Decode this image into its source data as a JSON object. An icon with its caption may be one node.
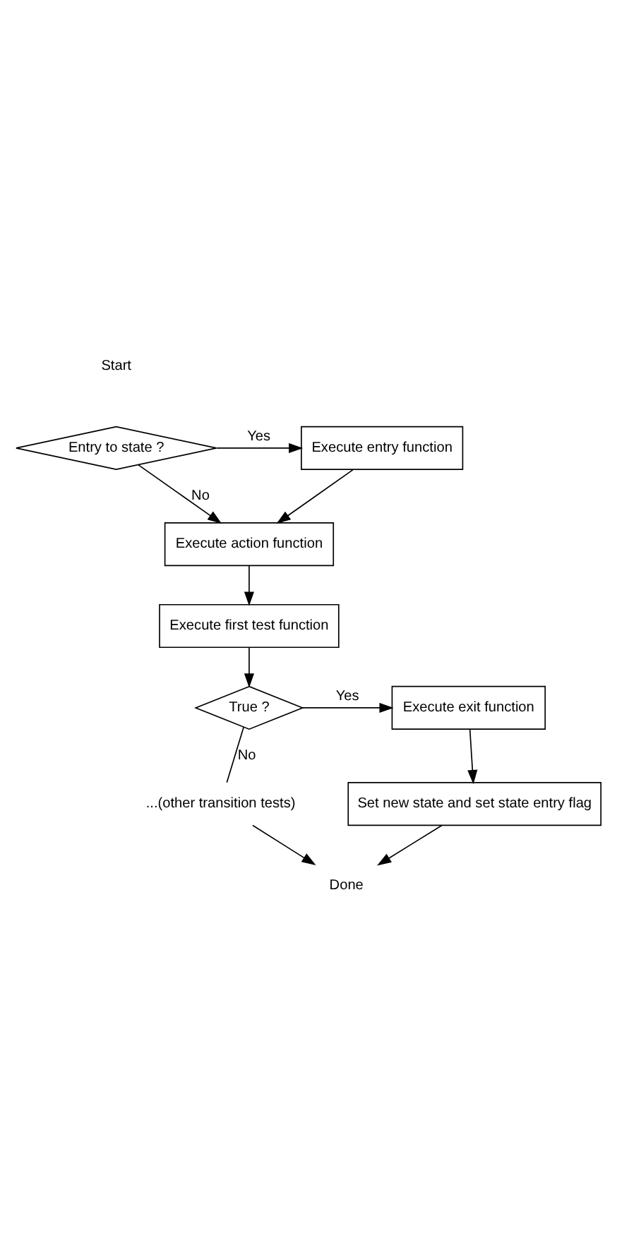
{
  "diagram": {
    "nodes": [
      {
        "text": [
          "Entry to state ?"
        ]
      },
      {
        "text": [
          "Execute entry function"
        ]
      },
      {
        "text": [
          "Execute action function"
        ]
      },
      {
        "text": [
          "Execute first test function"
        ]
      },
      {
        "text": [
          "True ?"
        ]
      },
      {
        "text": [
          "Execute exit function"
        ]
      },
      {
        "text": [
          "Set new state and set state entry flag"
        ]
      },
      {
        "text": [
          "...(other transition tests)"
        ]
      },
      {
        "text": [
          "Done"
        ]
      }
    ],
    "edges": [
      {
        "from": 0,
        "to": 1,
        "arrow": "to",
        "label": "Yes"
      },
      {
        "from": 0,
        "to": 2,
        "arrow": "to",
        "label": "No"
      },
      {
        "from": 1,
        "to": 2,
        "arrow": "to"
      },
      {
        "from": 2,
        "to": 3,
        "arrow": "to"
      },
      {
        "from": 3,
        "to": 4,
        "arrow": "to"
      },
      {
        "from": 4,
        "to": 5,
        "arrow": "to",
        "label": "Yes"
      },
      {
        "from": 4,
        "to": 7,
        "arrow": "none",
        "label": "No"
      },
      {
        "from": 5,
        "to": 6,
        "arrow": "to"
      },
      {
        "from": 6,
        "to": 8,
        "arrow": "to"
      },
      {
        "from": 7,
        "to": 8,
        "arrow": "to"
      }
    ],
    "labels": [
      "Start"
    ]
  }
}
